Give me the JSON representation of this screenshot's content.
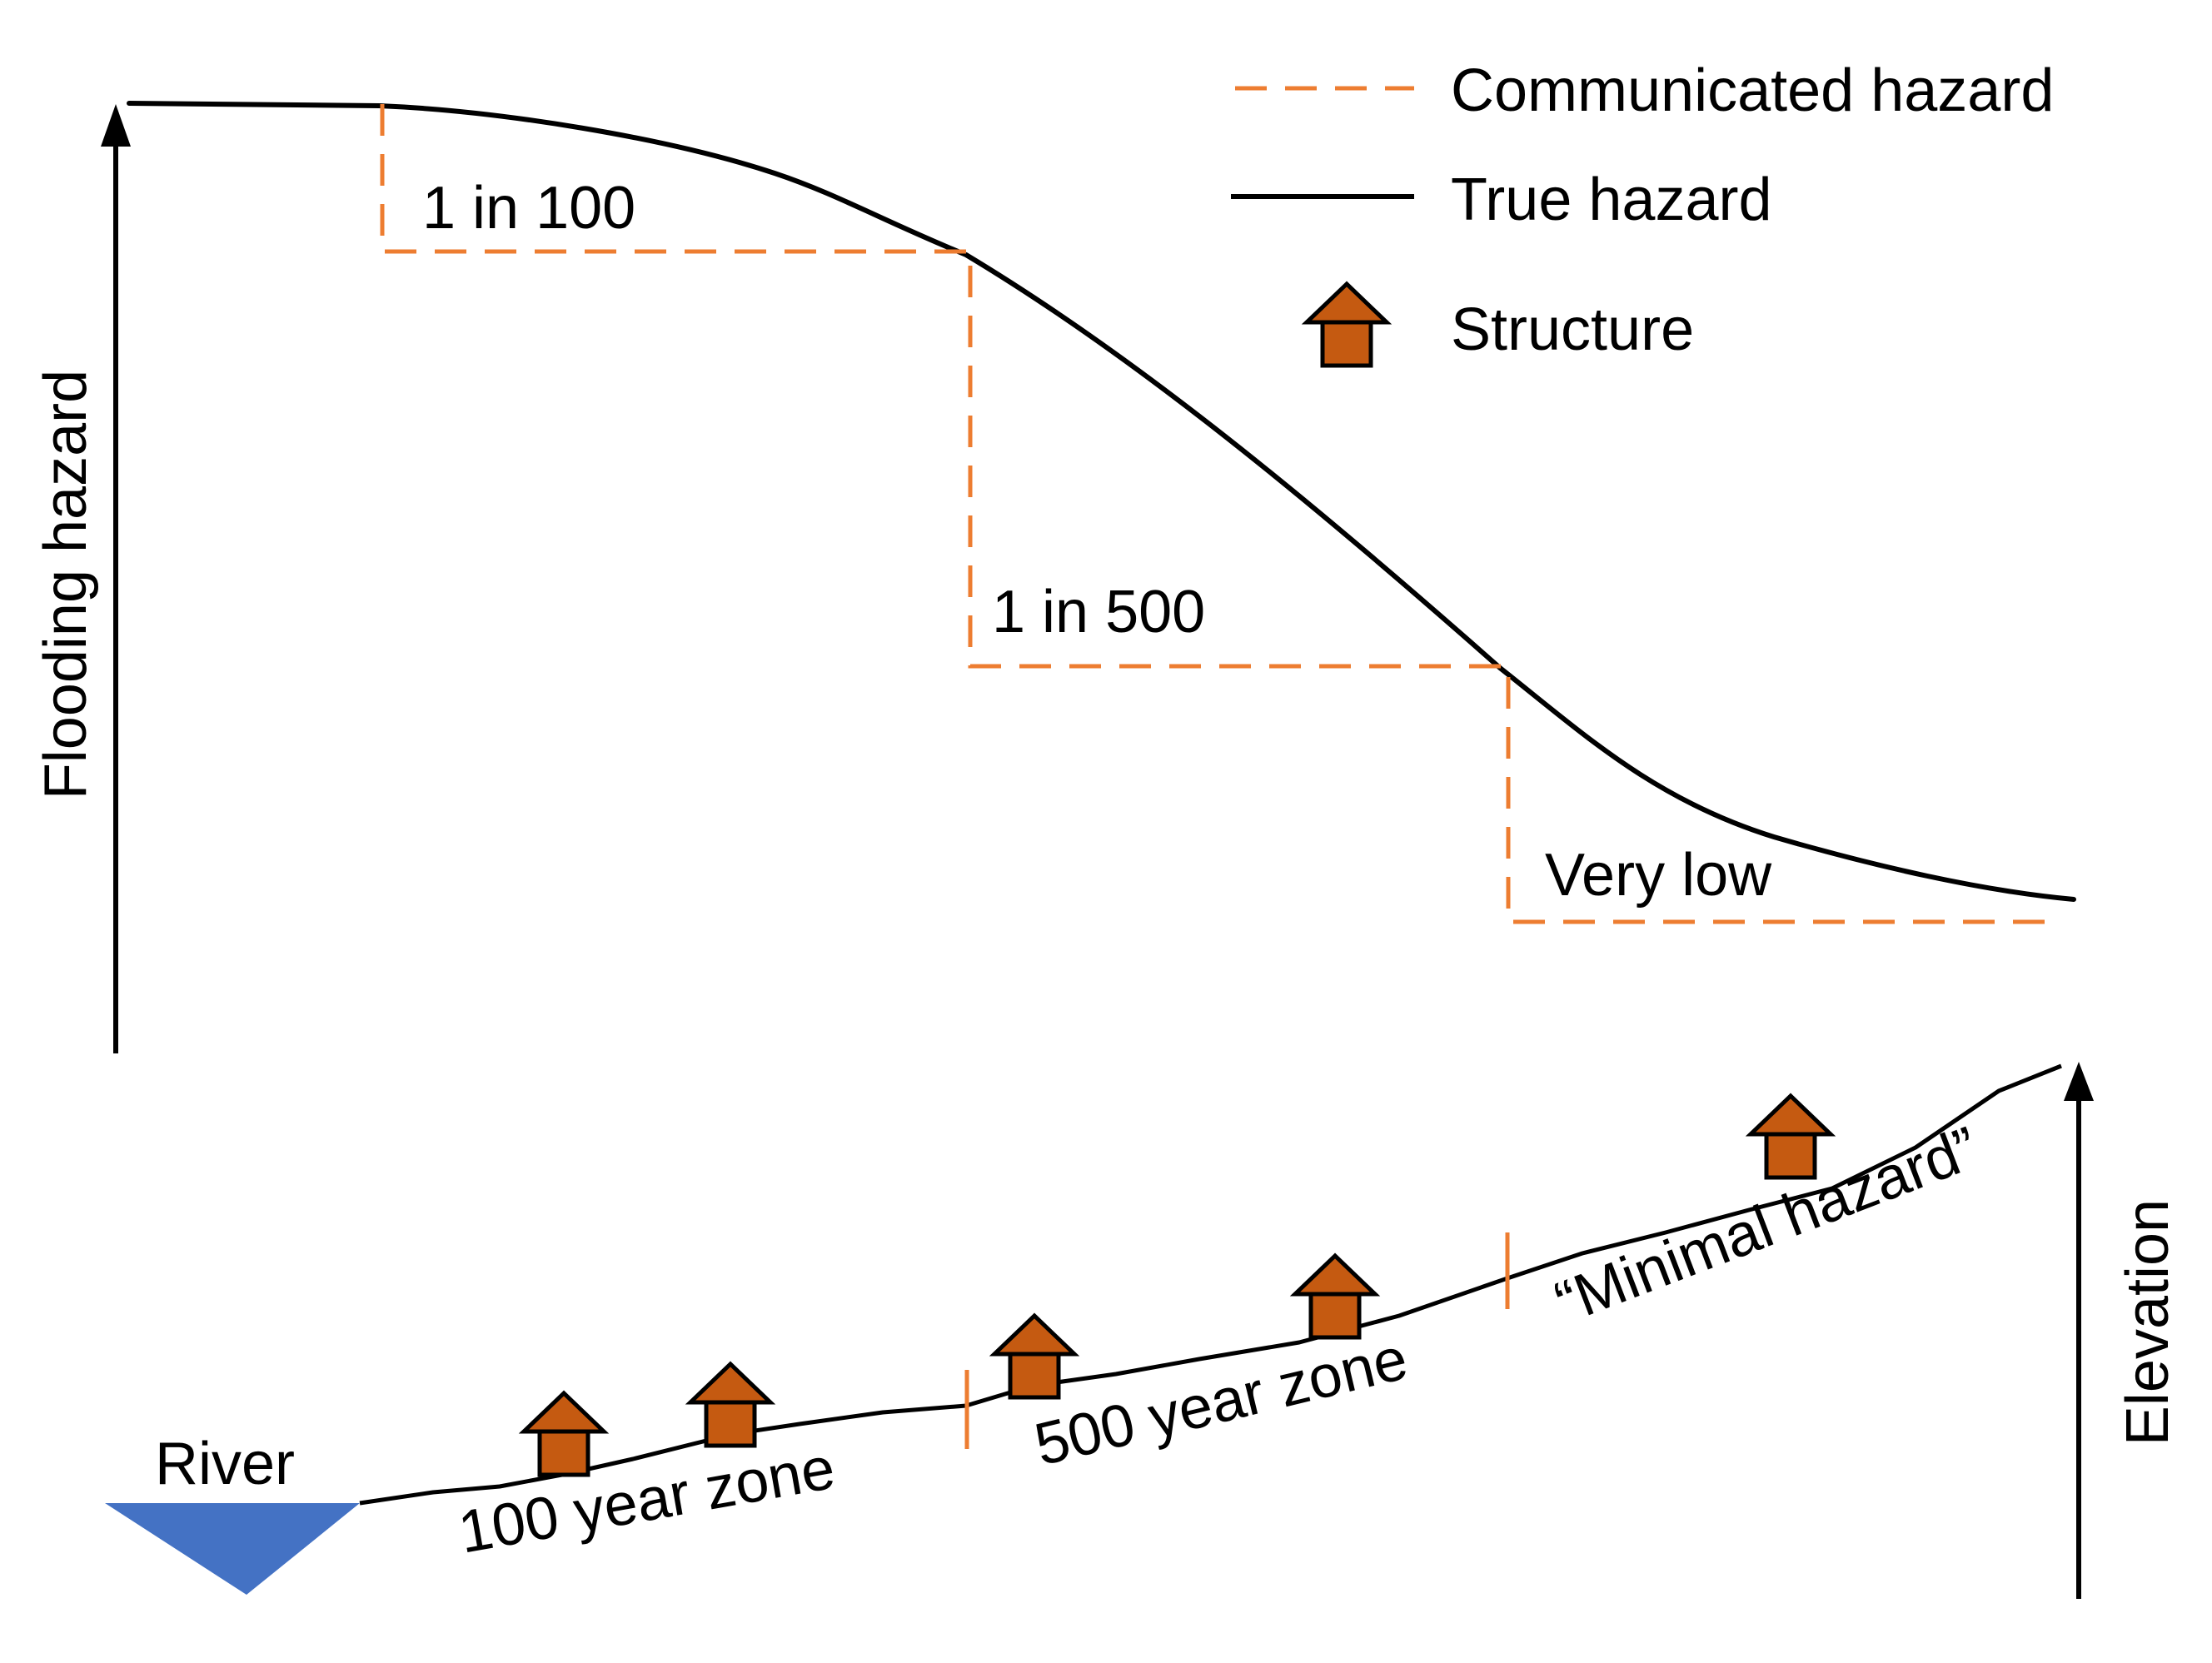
{
  "legend": {
    "communicated_label": "Communicated hazard",
    "true_label": "True hazard",
    "structure_label": "Structure"
  },
  "axes": {
    "y_label": "Flooding hazard",
    "elevation_label": "Elevation"
  },
  "levels": {
    "level_1": "1 in 100",
    "level_2": "1 in 500",
    "level_3": "Very low"
  },
  "terrain": {
    "river_label": "River",
    "zone_100": "100 year zone",
    "zone_500": "500 year zone",
    "zone_minimal": "“Minimal hazard”"
  },
  "colors": {
    "communicated": "#ED7D31",
    "true_hazard": "#000000",
    "structure_fill": "#C55A11",
    "river": "#4472C4"
  },
  "icons": {
    "structure": "house-icon",
    "river": "river-triangle-icon"
  }
}
